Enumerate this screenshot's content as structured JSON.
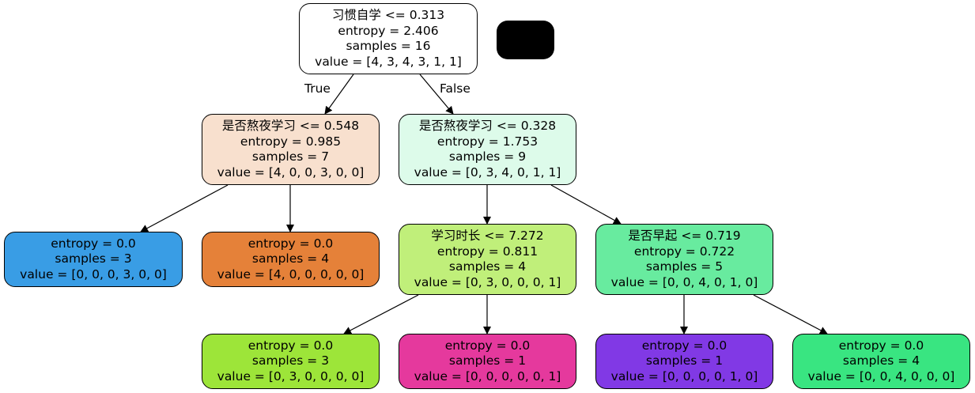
{
  "tree": {
    "nodes": [
      {
        "id": "root",
        "color": "#ffffff",
        "lines": [
          "习惯自学 <= 0.313",
          "entropy = 2.406",
          "samples = 16",
          "value = [4, 3, 4, 3, 1, 1]"
        ]
      },
      {
        "id": "n1",
        "color": "#f8e0ce",
        "lines": [
          "是否熬夜学习 <= 0.548",
          "entropy = 0.985",
          "samples = 7",
          "value = [4, 0, 0, 3, 0, 0]"
        ]
      },
      {
        "id": "n2",
        "color": "#ddfbea",
        "lines": [
          "是否熬夜学习 <= 0.328",
          "entropy = 1.753",
          "samples = 9",
          "value = [0, 3, 4, 0, 1, 1]"
        ]
      },
      {
        "id": "n3",
        "color": "#399de5",
        "lines": [
          "entropy = 0.0",
          "samples = 3",
          "value = [0, 0, 0, 3, 0, 0]"
        ]
      },
      {
        "id": "n4",
        "color": "#e58139",
        "lines": [
          "entropy = 0.0",
          "samples = 4",
          "value = [4, 0, 0, 0, 0, 0]"
        ]
      },
      {
        "id": "n5",
        "color": "#c0ef7a",
        "lines": [
          "学习时长 <= 7.272",
          "entropy = 0.811",
          "samples = 4",
          "value = [0, 3, 0, 0, 0, 1]"
        ]
      },
      {
        "id": "n6",
        "color": "#68eb9f",
        "lines": [
          "是否早起 <= 0.719",
          "entropy = 0.722",
          "samples = 5",
          "value = [0, 0, 4, 0, 1, 0]"
        ]
      },
      {
        "id": "n7",
        "color": "#9de539",
        "lines": [
          "entropy = 0.0",
          "samples = 3",
          "value = [0, 3, 0, 0, 0, 0]"
        ]
      },
      {
        "id": "n8",
        "color": "#e5399d",
        "lines": [
          "entropy = 0.0",
          "samples = 1",
          "value = [0, 0, 0, 0, 0, 1]"
        ]
      },
      {
        "id": "n9",
        "color": "#8139e5",
        "lines": [
          "entropy = 0.0",
          "samples = 1",
          "value = [0, 0, 0, 0, 1, 0]"
        ]
      },
      {
        "id": "n10",
        "color": "#39e581",
        "lines": [
          "entropy = 0.0",
          "samples = 4",
          "value = [0, 0, 4, 0, 0, 0]"
        ]
      }
    ],
    "edges": [
      {
        "from": "root",
        "to": "n1",
        "label": "True"
      },
      {
        "from": "root",
        "to": "n2",
        "label": "False"
      },
      {
        "from": "n1",
        "to": "n3",
        "label": ""
      },
      {
        "from": "n1",
        "to": "n4",
        "label": ""
      },
      {
        "from": "n2",
        "to": "n5",
        "label": ""
      },
      {
        "from": "n2",
        "to": "n6",
        "label": ""
      },
      {
        "from": "n5",
        "to": "n7",
        "label": ""
      },
      {
        "from": "n5",
        "to": "n8",
        "label": ""
      },
      {
        "from": "n6",
        "to": "n9",
        "label": ""
      },
      {
        "from": "n6",
        "to": "n10",
        "label": ""
      }
    ]
  }
}
